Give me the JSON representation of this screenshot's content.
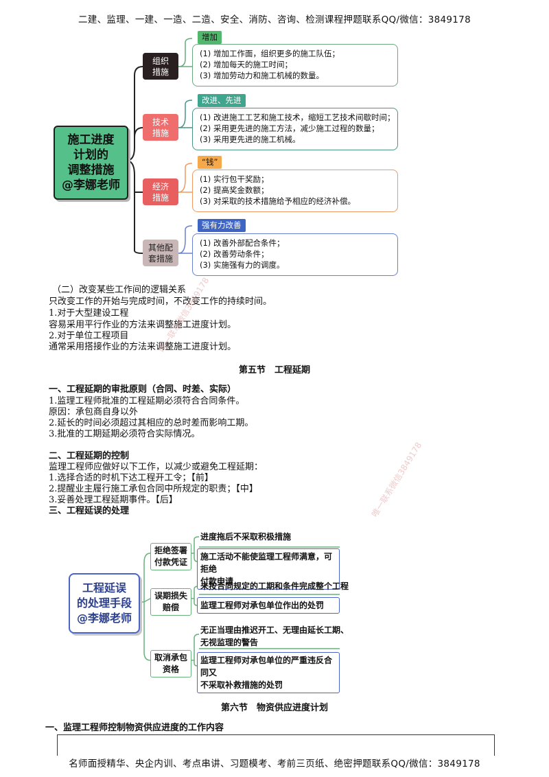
{
  "header": "二建、监理、一建、一造、二造、安全、消防、咨询、检测课程押题联系QQ/微信：3849178",
  "footer": "名师面授精华、央企内训、考点串讲、习题模考、考前三页纸、绝密押题联系QQ/微信：3849178",
  "mindmap1": {
    "center": [
      "施工进度",
      "计划的",
      "调整措施",
      "@李娜老师"
    ],
    "branches": [
      {
        "category": [
          "组织",
          "措施"
        ],
        "tag": "增加",
        "items": [
          "(1) 增加工作面，组织更多的施工队伍；",
          "(2) 增加每天的施工时间；",
          "(3) 增加劳动力和施工机械的数量。"
        ]
      },
      {
        "category": [
          "技术",
          "措施"
        ],
        "tag": "改进、先进",
        "items": [
          "(1) 改进施工工艺和施工技术，缩短工艺技术间歇时间；",
          "(2) 采用更先进的施工方法，减少施工过程的数量；",
          "(3) 采用更先进的施工机械。"
        ]
      },
      {
        "category": [
          "经济",
          "措施"
        ],
        "tag": "“钱”",
        "items": [
          "(1) 实行包干奖励；",
          "(2) 提高奖金数额；",
          "(3) 对采取的技术措施给予相应的经济补偿。"
        ]
      },
      {
        "category": [
          "其他配",
          "套措施"
        ],
        "tag": "强有力改善",
        "items": [
          "(1) 改善外部配合条件；",
          "(2) 改善劳动条件；",
          "(3) 实施强有力的调度。"
        ]
      }
    ]
  },
  "text1": [
    "（二）改变某些工作间的逻辑关系",
    "只改变工作的开始与完成时间，不改变工作的持续时间。",
    "1.对于大型建设工程",
    "容易采用平行作业的方法来调整施工进度计划。",
    "2.对于单位工程项目",
    "通常采用搭接作业的方法来调整施工进度计划。"
  ],
  "section5": "第五节　工程延期",
  "text2": {
    "h1": "一、工程延期的审批原则（合同、时差、实际）",
    "lines1": [
      "1.监理工程师批准的工程延期必须符合合同条件。",
      "原因：承包商自身以外",
      "2.延长的时间必须超过其相应的总时差而影响工期。",
      "3.批准的工期延期必须符合实际情况。"
    ],
    "h2": "二、工程延期的控制",
    "lines2": [
      "监理工程师应做好以下工作，以减少或避免工程延期：",
      "1.选择合适的时机下达工程开工令；【前】",
      "2.提醒业主履行施工承包合同中所规定的职责；【中】",
      "3.妥善处理工程延期事件。【后】"
    ],
    "h3": "三、工程延误的处理"
  },
  "mindmap2": {
    "center": [
      "工程延误",
      "的处理手段",
      "@李娜老师"
    ],
    "branches": [
      {
        "category": [
          "拒绝签署",
          "付款凭证"
        ],
        "leaf": "进度拖后不采取积极措施",
        "box": [
          "施工活动不能使监理工程师满意，可拒绝",
          "付款申请"
        ]
      },
      {
        "category": [
          "误期损失",
          "赔偿"
        ],
        "leaf": "未按合同规定的工期和条件完成整个工程",
        "box": [
          "监理工程师对承包单位作出的处罚"
        ]
      },
      {
        "category": [
          "取消承包",
          "资格"
        ],
        "leaf": [
          "无正当理由推迟开工、无理由延长工期、",
          "无视监理的警告"
        ],
        "box": [
          "监理工程师对承包单位的严重违反合同又",
          "不采取补救措施的处罚"
        ]
      }
    ]
  },
  "section6": "第六节　物资供应进度计划",
  "text3": "一、监理工程师控制物资供应进度的工作内容",
  "watermarks": [
    "唯一联系微信3849178",
    "唯一联系微信3849178"
  ]
}
